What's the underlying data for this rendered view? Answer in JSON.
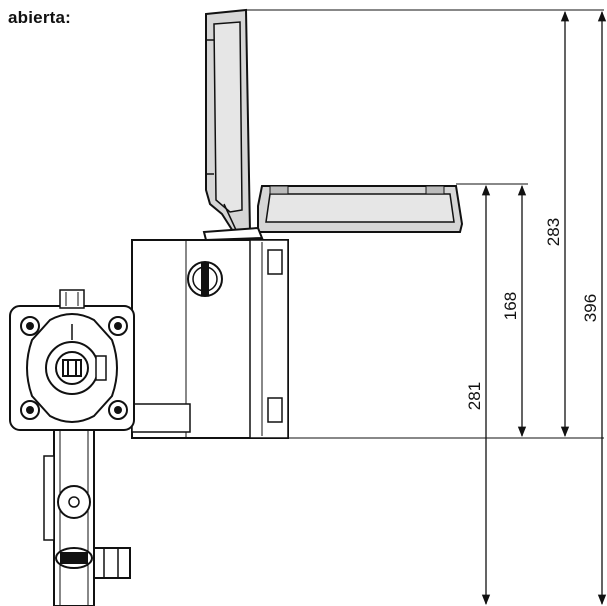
{
  "caption": "abierta:",
  "dimensions": {
    "d283": "283",
    "d168": "168",
    "d396": "396",
    "d281": "281"
  },
  "label_lid_logo": "",
  "colors": {
    "line": "#111111",
    "lid_fill": "#d6d6d6",
    "body_fill": "#ffffff"
  }
}
